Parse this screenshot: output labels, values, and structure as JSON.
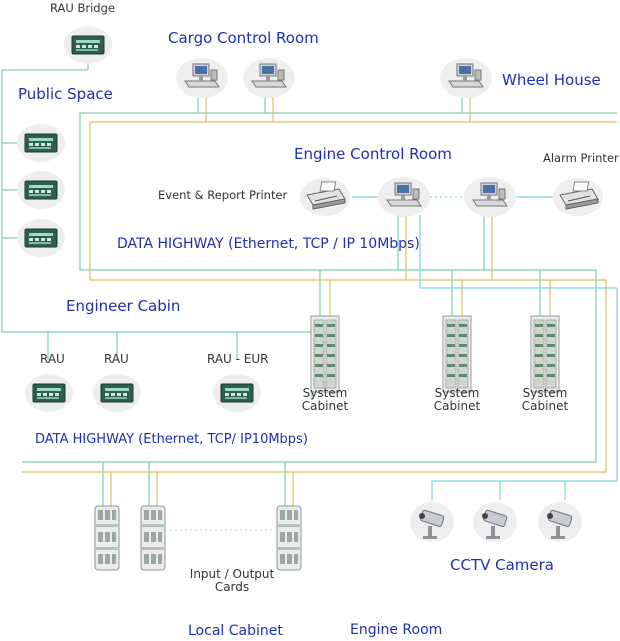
{
  "colors": {
    "green_line": "#7ccfaa",
    "yellow_line": "#d6c565",
    "cyan_line": "#7fd3e0",
    "label_blue": "#1f2fb0"
  },
  "labels": {
    "rau_bridge": "RAU Bridge",
    "cargo_control_room": "Cargo Control Room",
    "public_space": "Public Space",
    "wheel_house": "Wheel House",
    "engine_control_room": "Engine Control Room",
    "alarm_printer": "Alarm Printer",
    "event_report_printer": "Event & Report Printer",
    "data_highway_1": "DATA HIGHWAY (Ethernet, TCP / IP 10Mbps)",
    "engineer_cabin": "Engineer Cabin",
    "rau_1": "RAU",
    "rau_2": "RAU",
    "rau_eur": "RAU - EUR",
    "system_cabinet_1": "System\nCabinet",
    "system_cabinet_2": "System\nCabinet",
    "system_cabinet_3": "System\nCabinet",
    "data_highway_2": "DATA HIGHWAY (Ethernet, TCP/ IP10Mbps)",
    "io_cards": "Input / Output\nCards",
    "cctv_camera": "CCTV Camera",
    "local_cabinet": "Local Cabinet",
    "engine_room": "Engine Room"
  },
  "icons": {
    "rau_panel": "rau-panel-icon",
    "workstation": "workstation-icon",
    "printer": "printer-icon",
    "cabinet": "system-cabinet-icon",
    "io_card": "io-card-icon",
    "camera": "cctv-camera-icon"
  }
}
